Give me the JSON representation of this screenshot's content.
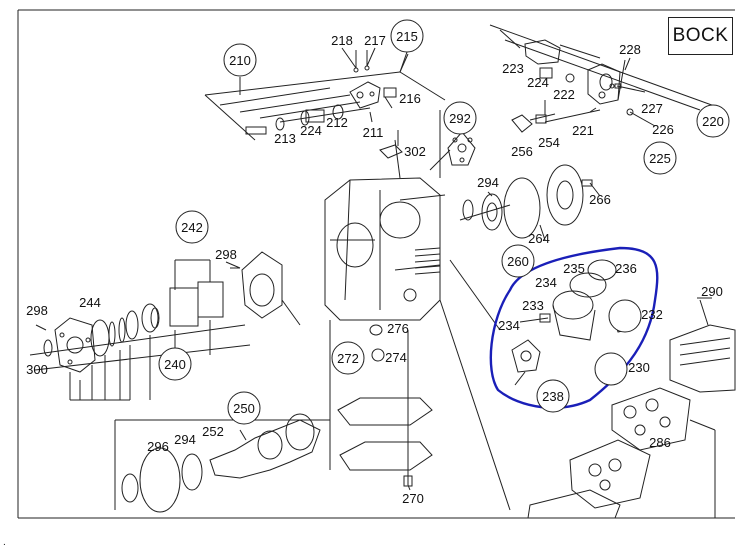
{
  "brand_label": "BOCK",
  "highlight_color": "#1a1fb8",
  "corner_mark": ".",
  "parts": {
    "p210": "210",
    "p211": "211",
    "p212": "212",
    "p213": "213",
    "p215": "215",
    "p216": "216",
    "p217": "217",
    "p218": "218",
    "p220": "220",
    "p221": "221",
    "p222": "222",
    "p223": "223",
    "p224a": "224",
    "p224b": "224",
    "p225": "225",
    "p226": "226",
    "p227": "227",
    "p228": "228",
    "p230": "230",
    "p232": "232",
    "p233": "233",
    "p234a": "234",
    "p234b": "234",
    "p235": "235",
    "p236": "236",
    "p238": "238",
    "p240": "240",
    "p242": "242",
    "p244": "244",
    "p250": "250",
    "p252": "252",
    "p254": "254",
    "p256": "256",
    "p260": "260",
    "p264": "264",
    "p266": "266",
    "p270": "270",
    "p272": "272",
    "p274": "274",
    "p276": "276",
    "p286": "286",
    "p290": "290",
    "p292": "292",
    "p294a": "294",
    "p294b": "294",
    "p296": "296",
    "p298a": "298",
    "p298b": "298",
    "p300": "300",
    "p302": "302"
  }
}
